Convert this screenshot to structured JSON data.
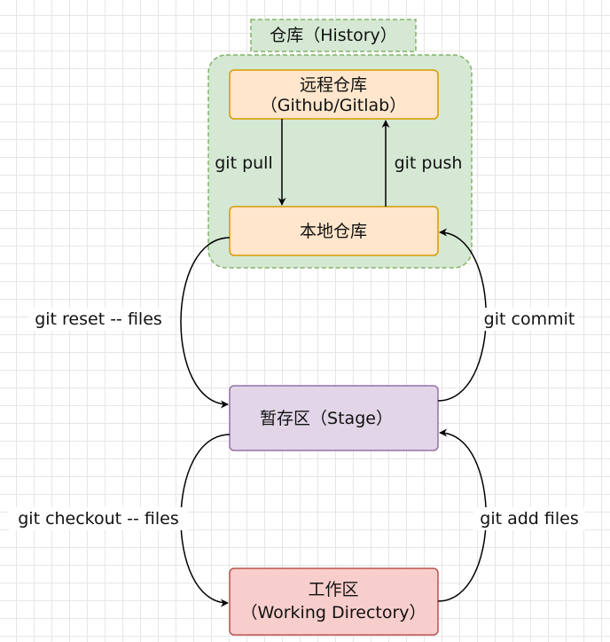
{
  "diagram": {
    "group": {
      "tab_label": "仓库（History）",
      "fill": "#d5e8d4",
      "stroke": "#82b366"
    },
    "nodes": {
      "remote_repo": {
        "line1": "远程仓库",
        "line2": "（Github/Gitlab）",
        "fill": "#ffe6cc",
        "stroke": "#d79b00"
      },
      "local_repo": {
        "line1": "本地仓库",
        "fill": "#ffe6cc",
        "stroke": "#d79b00"
      },
      "stage": {
        "line1": "暂存区（Stage）",
        "fill": "#e1d5e7",
        "stroke": "#9673a6"
      },
      "working_dir": {
        "line1": "工作区",
        "line2": "（Working Directory）",
        "fill": "#f8cecc",
        "stroke": "#b85450"
      }
    },
    "edges": {
      "git_pull": "git pull",
      "git_push": "git push",
      "git_reset": "git reset -- files",
      "git_commit": "git commit",
      "git_checkout": "git checkout -- files",
      "git_add": "git add files"
    }
  }
}
